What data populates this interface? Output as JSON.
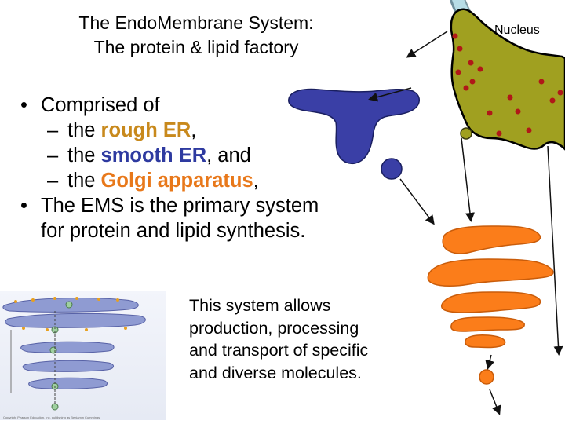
{
  "title": {
    "line1": "The EndoMembrane System:",
    "line2": "The protein & lipid factory"
  },
  "bullets": {
    "first": "Comprised of",
    "items": [
      {
        "prefix": "the ",
        "highlight": "rough ER",
        "suffix": ","
      },
      {
        "prefix": "the ",
        "highlight": "smooth ER",
        "suffix": ", and"
      },
      {
        "prefix": "the ",
        "highlight": "Golgi apparatus",
        "suffix": ","
      }
    ],
    "second_line1": "The EMS is the primary system",
    "second_line2": "for protein and lipid synthesis."
  },
  "description": {
    "line1": "This system allows",
    "line2": "production, processing",
    "line3": "and transport of specific",
    "line4": "and diverse molecules."
  },
  "diagram": {
    "nucleus_label": "Nucleus",
    "inset_credit": "Copyright Pearson Education, Inc. publishing as Benjamin Cummings"
  },
  "colors": {
    "rough_er": "#c8891c",
    "smooth_er": "#2e3aa0",
    "golgi": "#e8781a",
    "rough_er_fill": "#a0a020",
    "smooth_er_fill": "#3a3fa6",
    "golgi_fill": "#fb7d1a",
    "nucleus_fill": "#b8dde6",
    "ribosome": "#b01818"
  }
}
